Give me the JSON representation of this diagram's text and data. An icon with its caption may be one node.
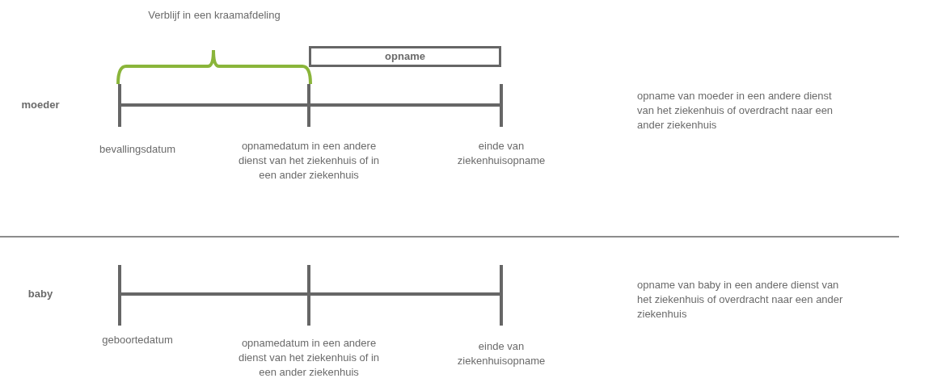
{
  "diagram": {
    "nodes": [
      {
        "text": [
          "opname"
        ]
      }
    ],
    "labels": [
      "Verblijf in een kraamafdeling",
      "moeder",
      "bevallingsdatum",
      "opnamedatum in een andere dienst van het ziekenhuis of in een ander ziekenhuis",
      "einde van ziekenhuisopname",
      "opname van moeder in een andere dienst van het ziekenhuis of overdracht naar een ander ziekenhuis",
      "baby",
      "geboortedatum",
      "opnamedatum in een andere dienst van het ziekenhuis of in een ander ziekenhuis",
      "einde van ziekenhuisopname",
      "opname van baby in een andere dienst van het ziekenhuis of overdracht naar een ander ziekenhuis"
    ]
  }
}
